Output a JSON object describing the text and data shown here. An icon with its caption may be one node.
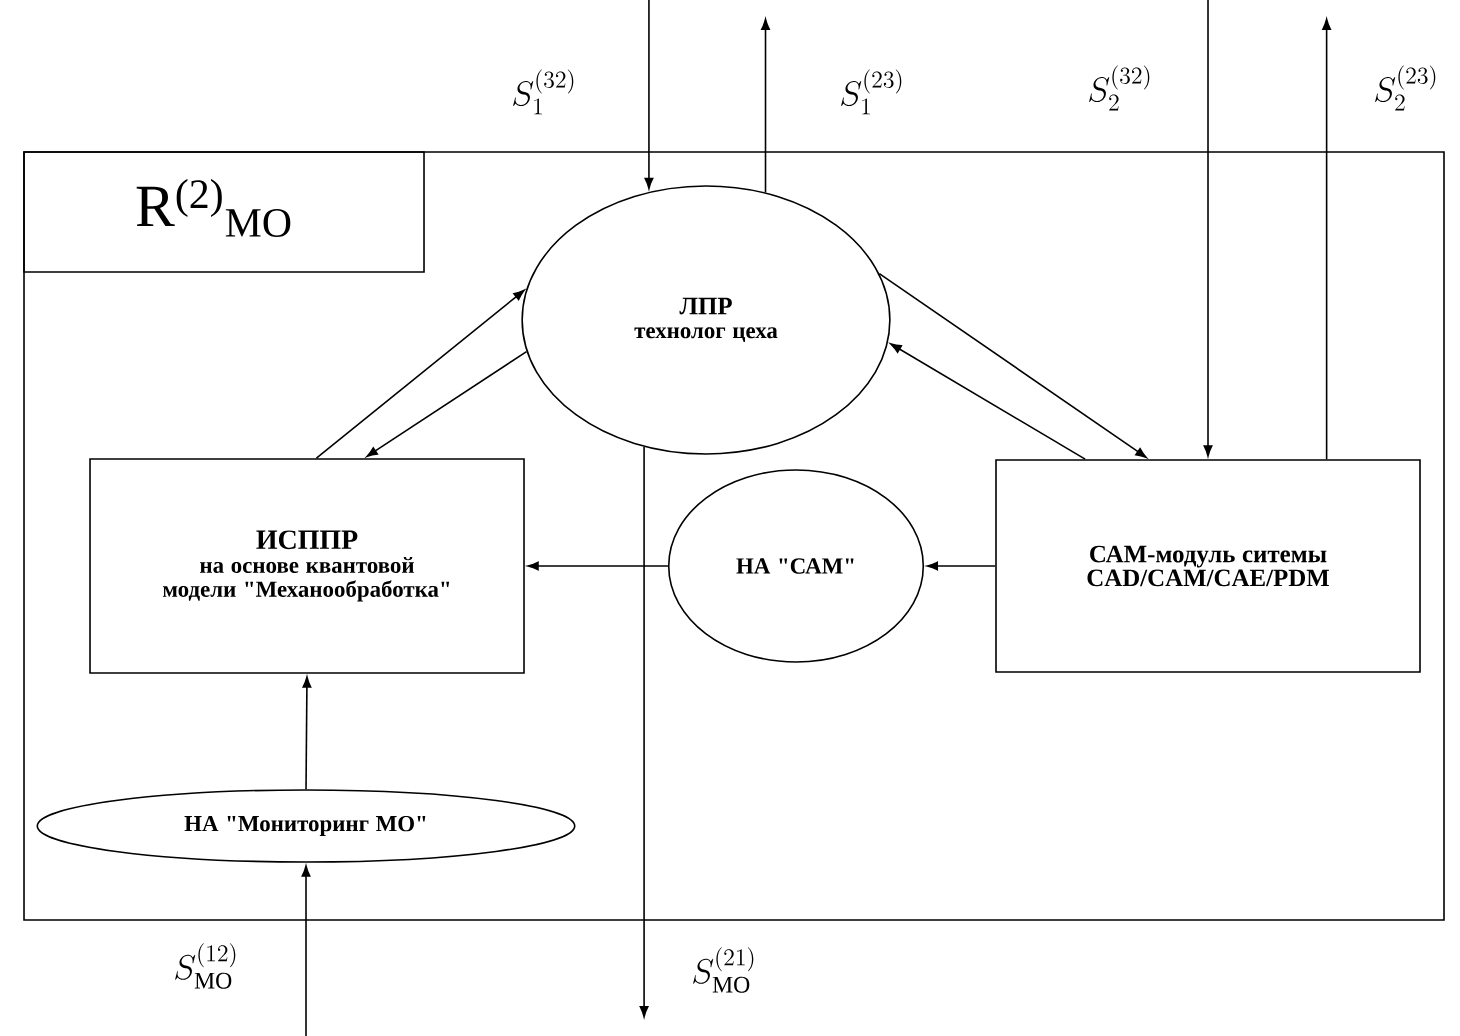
{
  "diagram": {
    "nodes": [
      {
        "text": [
          "R$^{(2)}$$_{МО}$"
        ]
      },
      {
        "text": [
          "ЛПР",
          "технолог цеха"
        ],
        "in": 0
      },
      {
        "text": [
          "ИСППР",
          "на основе квантовой модели \"Механообработка\""
        ],
        "in": 0
      },
      {
        "text": [
          "НА \"САМ\""
        ],
        "in": 0
      },
      {
        "text": [
          "САМ-модуль ситемы CAD/CAM/CAE/PDM"
        ],
        "in": 0
      },
      {
        "text": [
          "НА \"Мониторинг МО\""
        ],
        "in": 0
      }
    ],
    "edges": [
      {
        "from": null,
        "to": 1,
        "arrow": "to",
        "label": "S_{1}^{(32)}"
      },
      {
        "from": 1,
        "to": null,
        "arrow": "to",
        "label": "S_{1}^{(23)}"
      },
      {
        "from": null,
        "to": 4,
        "arrow": "to",
        "label": "S_{2}^{(32)}"
      },
      {
        "from": 4,
        "to": null,
        "arrow": "to",
        "label": "S_{2}^{(23)}"
      },
      {
        "from": 2,
        "to": 1,
        "arrow": "to"
      },
      {
        "from": 1,
        "to": 2,
        "arrow": "to"
      },
      {
        "from": 1,
        "to": 4,
        "arrow": "to"
      },
      {
        "from": 4,
        "to": 1,
        "arrow": "to"
      },
      {
        "from": 4,
        "to": 3,
        "arrow": "to"
      },
      {
        "from": 3,
        "to": 2,
        "arrow": "to"
      },
      {
        "from": 5,
        "to": 2,
        "arrow": "to"
      },
      {
        "from": null,
        "to": 5,
        "arrow": "to",
        "label": "S_{\\text{МО}}^{(12)}"
      },
      {
        "from": 1,
        "to": null,
        "arrow": "to",
        "label": "S_{\\text{МО}}^{(21)}"
      }
    ]
  }
}
